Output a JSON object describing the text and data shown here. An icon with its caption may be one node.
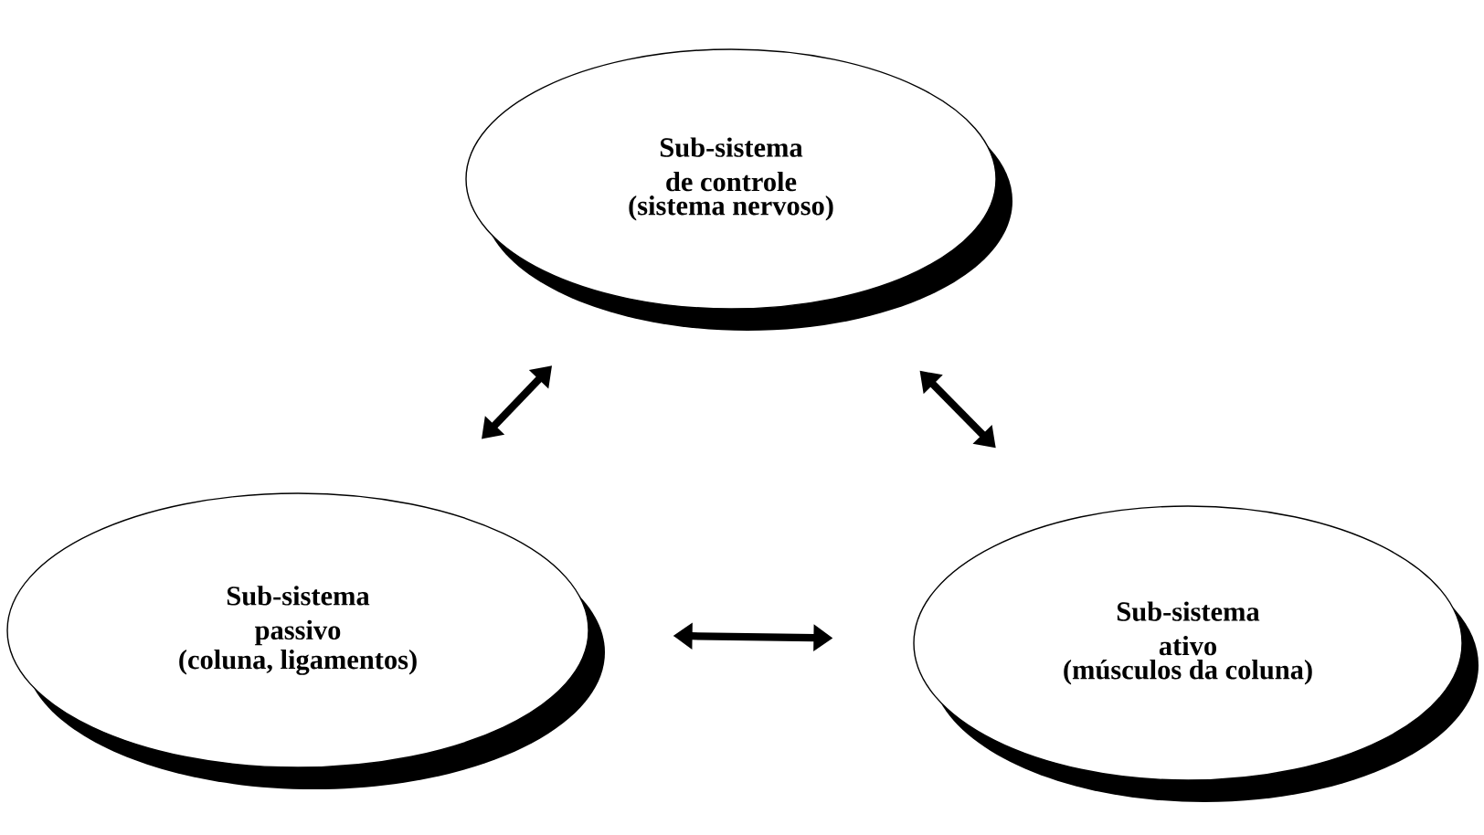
{
  "diagram": {
    "nodes": [
      {
        "text": [
          "Sub-sistema de controle",
          "(sistema nervoso)"
        ]
      },
      {
        "text": [
          "Sub-sistema passivo",
          "(coluna, ligamentos)"
        ]
      },
      {
        "text": [
          "Sub-sistema ativo",
          "(músculos da coluna)"
        ]
      }
    ],
    "edges": [
      {
        "from": 0,
        "to": 1,
        "arrow": "both"
      },
      {
        "from": 0,
        "to": 2,
        "arrow": "both"
      },
      {
        "from": 1,
        "to": 2,
        "arrow": "both"
      }
    ]
  }
}
